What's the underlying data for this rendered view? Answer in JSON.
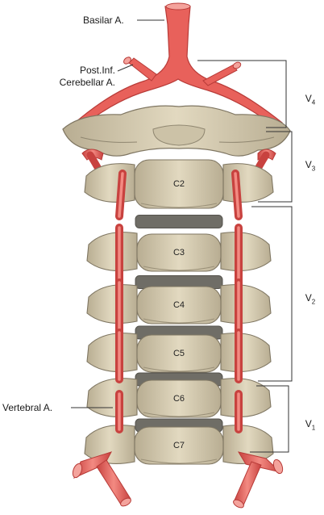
{
  "labels": {
    "basilar": "Basilar A.",
    "post_inf_1": "Post.Inf.",
    "post_inf_2": "Cerebellar A.",
    "vertebral": "Vertebral A."
  },
  "vertebrae": [
    "C2",
    "C3",
    "C4",
    "C5",
    "C6",
    "C7"
  ],
  "segments": [
    {
      "base": "V",
      "sub": "4"
    },
    {
      "base": "V",
      "sub": "3"
    },
    {
      "base": "V",
      "sub": "2"
    },
    {
      "base": "V",
      "sub": "1"
    }
  ],
  "colors": {
    "bone": "#d9cfb4",
    "bone_shadow": "#a89d82",
    "bone_dark": "#7f7662",
    "disc": "#6f6d66",
    "artery": "#e8615b",
    "artery_dark": "#b83b38",
    "line": "#333333"
  }
}
